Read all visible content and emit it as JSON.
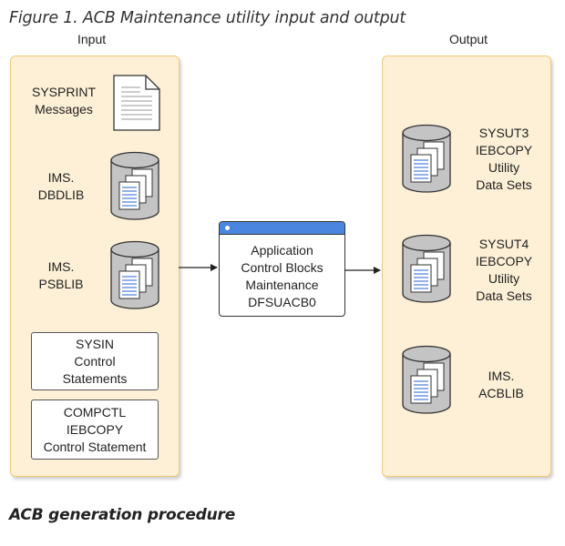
{
  "figure": {
    "title": "Figure 1. ACB Maintenance utility input and output",
    "input_header": "Input",
    "output_header": "Output"
  },
  "inputs": {
    "sysprint": "SYSPRINT\nMessages",
    "dbdlib": "IMS.\nDBDLIB",
    "psblib": "IMS.\nPSBLIB",
    "sysin": "SYSIN\nControl\nStatements",
    "compctl": "COMPCTL\nIEBCOPY\nControl Statement"
  },
  "process": {
    "label": "Application\nControl Blocks\nMaintenance\nDFSUACB0"
  },
  "outputs": {
    "sysut3": "SYSUT3\nIEBCOPY\nUtility\nData Sets",
    "sysut4": "SYSUT4\nIEBCOPY\nUtility\nData Sets",
    "acblib": "IMS.\nACBLIB"
  },
  "section_heading": "ACB generation procedure",
  "colors": {
    "panel_fill": "#fdf0d6",
    "panel_border": "#f0c876",
    "process_header": "#4a86e0",
    "cylinder_fill": "#c4c4c4",
    "document_line": "#3a6fd8"
  },
  "icons": {
    "sysprint": "document-icon",
    "dataset": "database-cylinder-icon"
  }
}
